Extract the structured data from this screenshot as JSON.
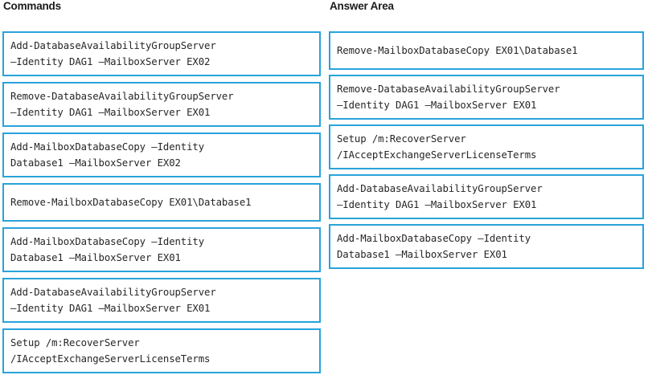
{
  "commands": {
    "heading": "Commands",
    "items": [
      {
        "id": "cmd-add-dag-server-ex02",
        "lines": 2,
        "text": "Add-DatabaseAvailabilityGroupServer\n–Identity DAG1 –MailboxServer EX02"
      },
      {
        "id": "cmd-remove-dag-server-ex01",
        "lines": 2,
        "text": "Remove-DatabaseAvailabilityGroupServer\n–Identity DAG1 –MailboxServer EX01"
      },
      {
        "id": "cmd-add-mailboxdatabasecopy-ex02",
        "lines": 2,
        "text": "Add-MailboxDatabaseCopy –Identity\nDatabase1 –MailboxServer EX02"
      },
      {
        "id": "cmd-remove-mailboxdatabasecopy",
        "lines": 1,
        "text": "Remove-MailboxDatabaseCopy EX01\\Database1"
      },
      {
        "id": "cmd-add-mailboxdatabasecopy-ex01",
        "lines": 2,
        "text": "Add-MailboxDatabaseCopy –Identity\nDatabase1 –MailboxServer EX01"
      },
      {
        "id": "cmd-add-dag-server-ex01",
        "lines": 2,
        "text": "Add-DatabaseAvailabilityGroupServer\n–Identity DAG1 –MailboxServer EX01"
      },
      {
        "id": "cmd-setup-recoverserver",
        "lines": 2,
        "text": "Setup /m:RecoverServer\n/IAcceptExchangeServerLicenseTerms"
      }
    ]
  },
  "answer_area": {
    "heading": "Answer Area",
    "items": [
      {
        "id": "ans-remove-mailboxdatabasecopy",
        "lines": 1,
        "text": "Remove-MailboxDatabaseCopy EX01\\Database1"
      },
      {
        "id": "ans-remove-dag-server-ex01",
        "lines": 2,
        "text": "Remove-DatabaseAvailabilityGroupServer\n–Identity DAG1 –MailboxServer EX01"
      },
      {
        "id": "ans-setup-recoverserver",
        "lines": 2,
        "text": "Setup /m:RecoverServer\n/IAcceptExchangeServerLicenseTerms"
      },
      {
        "id": "ans-add-dag-server-ex01",
        "lines": 2,
        "text": "Add-DatabaseAvailabilityGroupServer\n–Identity DAG1 –MailboxServer EX01"
      },
      {
        "id": "ans-add-mailboxdatabasecopy-ex01",
        "lines": 2,
        "text": "Add-MailboxDatabaseCopy –Identity\nDatabase1 –MailboxServer EX01"
      }
    ]
  },
  "colors": {
    "box_border": "#29a3da",
    "box_background": "#ffffff",
    "text": "#262626",
    "heading": "#1a1a1a",
    "page_background": "#ffffff"
  }
}
